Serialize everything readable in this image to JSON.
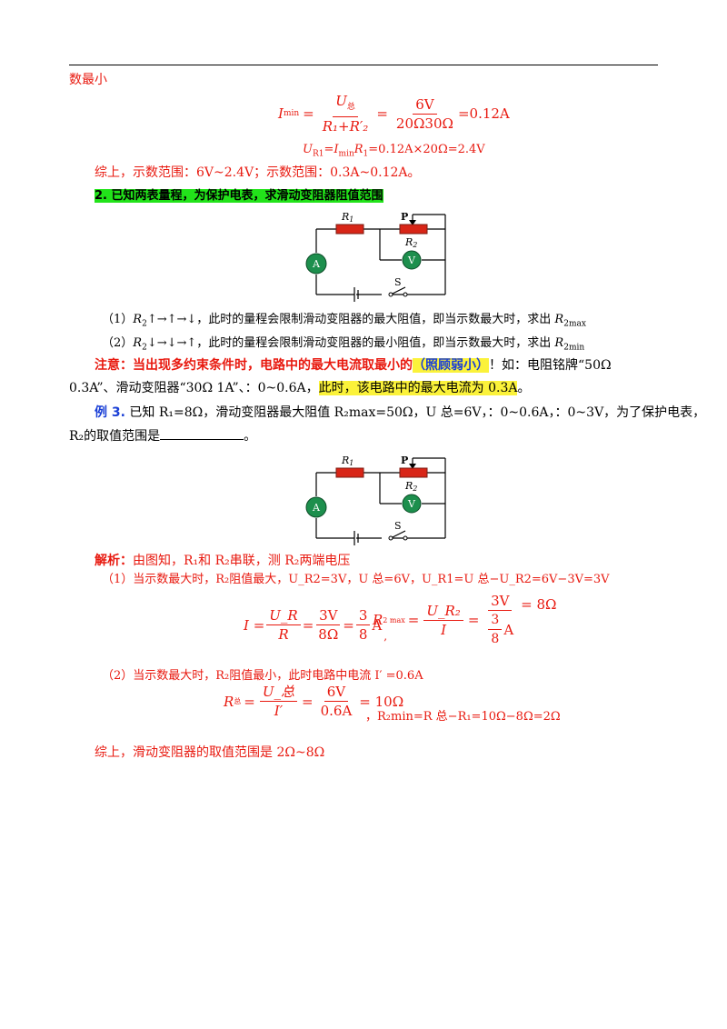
{
  "header_line": "数最小",
  "formula1": {
    "lhs": "I",
    "lhs_sub": "min",
    "num1": "U",
    "num1_sub": "总",
    "den1": "R₁+R′₂",
    "num2": "6V",
    "den2": "20Ω30Ω",
    "result": "=0.12A"
  },
  "ur1_line": "U_R1=I_min R1=0.12A×20Ω=2.4V",
  "ur1": {
    "u": "U",
    "u_sub": "R1",
    "eq1": "=",
    "i": "I",
    "i_sub": "min",
    "r": "R",
    "r_sub": "1",
    "rest": "=0.12A×20Ω=2.4V"
  },
  "summary1": "综上，示数范围：6V~2.4V；示数范围：0.3A~0.12A。",
  "section2_title": "2. 已知两表量程，为保护电表，求滑动变阻器阻值范围",
  "circuit": {
    "r1": "R",
    "r1_sub": "1",
    "r2": "R",
    "r2_sub": "2",
    "p": "P",
    "ammeter": "A",
    "voltmeter": "V",
    "switch": "S"
  },
  "case1": {
    "prefix": "（1）",
    "r": "R",
    "r_sub": "2",
    "arrows": "↑→↑→↓",
    "text": "，此时的量程会限制滑动变阻器的最大阻值，即当示数最大时，求出 ",
    "end": "R",
    "end_sub": "2max"
  },
  "case2": {
    "prefix": "（2）",
    "r": "R",
    "r_sub": "2",
    "arrows": "↓→↓→↑",
    "text": "，此时的量程会限制滑动变阻器的最小阻值，即当示数最大时，求出 ",
    "end": "R",
    "end_sub": "2min"
  },
  "note": {
    "lead": "注意：当出现多约束条件时，电路中的最大电流取最小的",
    "highlight": "（照顾弱小）",
    "after": "！如：电阻铭牌“50Ω",
    "line2a": "0.3A”、滑动变阻器“30Ω  1A”、：0~0.6A，",
    "line2b": "此时，该电路中的最大电流为 0.3A",
    "line2c": "。"
  },
  "example3": {
    "label": "例 3.",
    "text1": " 已知 R₁=8Ω，滑动变阻器最大阻值 R₂max=50Ω，U 总=6V，：0~0.6A，：0~3V，为了保护电表，",
    "text2a": "R₂的取值范围是",
    "text2b": "。"
  },
  "analysis": {
    "label": "解析：",
    "text": "由图知，R₁和 R₂串联，测 R₂两端电压",
    "line1": "（1）当示数最大时，R₂阻值最大，U_R2=3V，U 总=6V，U_R1=U 总−U_R2=6V−3V=3V",
    "eqI": {
      "lhs": "I =",
      "n1": "U_R",
      "d1": "R",
      "n2": "3V",
      "d2": "8Ω",
      "n3": "3",
      "d3": "8",
      "unit": "A",
      "comma": ","
    },
    "eqR": {
      "lhs": "R",
      "lhs_sub": "2 max",
      "n1": "U_R₂",
      "d1": "I",
      "n2": "3V",
      "d2a": "3",
      "d2b": "8",
      "d2unit": "A",
      "res": "= 8Ω"
    },
    "line2": "（2）当示数最大时，R₂阻值最小，此时电路中电流 I′ =0.6A",
    "eqRt": {
      "lhs": "R",
      "lhs_sub": "总",
      "n1": "U_总",
      "d1": "I′",
      "n2": "6V",
      "d2": "0.6A",
      "res": "= 10Ω"
    },
    "r2min": "，R₂min=R 总−R₁=10Ω−8Ω=2Ω",
    "conclusion": "综上，滑动变阻器的取值范围是 2Ω~8Ω"
  }
}
